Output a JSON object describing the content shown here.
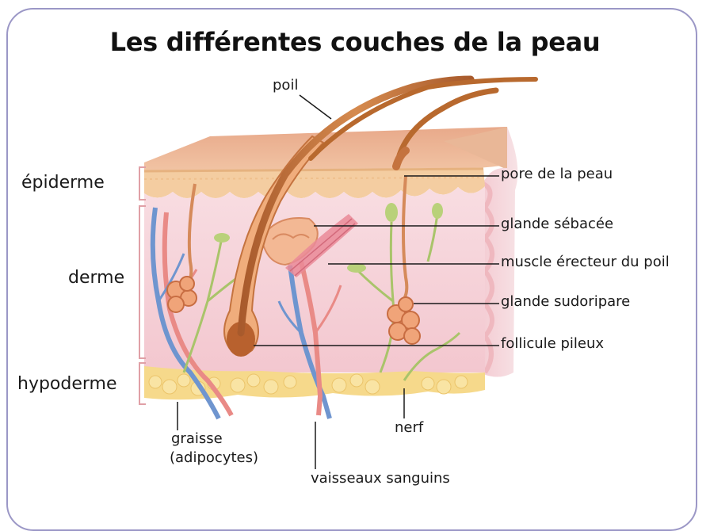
{
  "title": "Les différentes couches de la peau",
  "layers": {
    "epiderme": "épiderme",
    "derme": "derme",
    "hypoderme": "hypoderme"
  },
  "labels": {
    "poil": "poil",
    "pore": "pore de la peau",
    "glande_sebacee": "glande sébacée",
    "muscle": "muscle érecteur du poil",
    "glande_sudoripare": "glande sudoripare",
    "follicule": "follicule pileux",
    "nerf": "nerf",
    "graisse_1": "graisse",
    "graisse_2": "(adipocytes)",
    "vaisseaux": "vaisseaux sanguins"
  },
  "colors": {
    "frame": "#9b97c6",
    "bracket": "#e0a0a6",
    "epidermis": "#f2c9a0",
    "dermis": "#f7d4da",
    "fat": "#f6dc8a",
    "hair": "#c0703c",
    "artery": "#e98a86",
    "vein": "#6f95cf",
    "nerve": "#a9c46a"
  }
}
